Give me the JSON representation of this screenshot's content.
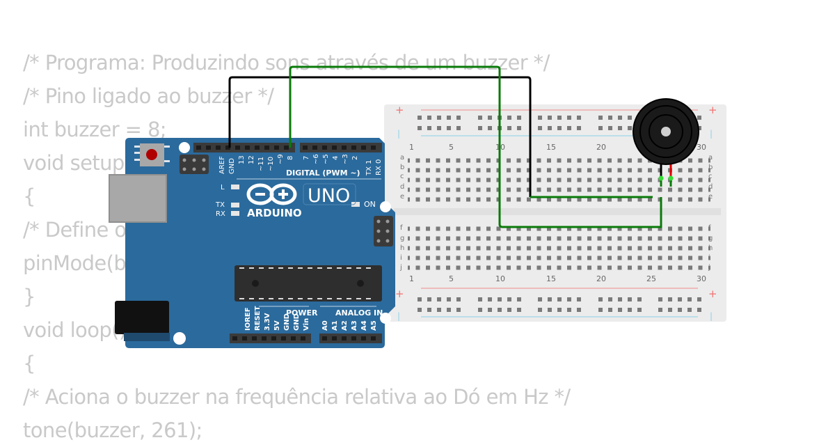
{
  "code_lines": [
    "/* Programa: Produzindo sons através de um buzzer */",
    "/* Pino ligado ao buzzer */",
    "int buzzer = 8;",
    "void setup()",
    "{",
    "/* Define o pino do buzzer como saída */",
    "pinMode(buzzer, OUTPUT);",
    "}",
    "void loop()",
    "{",
    "/* Aciona o buzzer na frequência relativa ao Dó em Hz */",
    "tone(buzzer, 261);"
  ],
  "arduino": {
    "brand": "ARDUINO",
    "model": "UNO",
    "digital_header_label": "DIGITAL (PWM ~)",
    "digital_pins": [
      "AREF",
      "GND",
      "13",
      "12",
      "~11",
      "~10",
      "~9",
      "8",
      "7",
      "~6",
      "~5",
      "4",
      "~3",
      "2",
      "TX 1",
      "RX 0"
    ],
    "power_label": "POWER",
    "power_pins": [
      "IOREF",
      "RESET",
      "3.3V",
      "5V",
      "GND",
      "GND",
      "Vin"
    ],
    "analog_label": "ANALOG IN",
    "analog_pins": [
      "A0",
      "A1",
      "A2",
      "A3",
      "A4",
      "A5"
    ],
    "led_labels": {
      "l": "L",
      "tx": "TX",
      "rx": "RX",
      "on": "ON"
    }
  },
  "breadboard": {
    "column_numbers": [
      "1",
      "5",
      "10",
      "15",
      "20",
      "25",
      "30"
    ],
    "rows_top": [
      "a",
      "b",
      "c",
      "d",
      "e"
    ],
    "rows_bottom": [
      "f",
      "g",
      "h",
      "i",
      "j"
    ],
    "rail_plus": "+",
    "rail_minus": "|"
  },
  "wires": {
    "gnd_color": "#000000",
    "signal_color": "#0a7a0a",
    "buzzer_pos_color": "#e00000"
  },
  "colors": {
    "board_blue": "#2b6a9c",
    "breadboard_bg": "#ececec",
    "code_text": "#c9c9c9"
  }
}
